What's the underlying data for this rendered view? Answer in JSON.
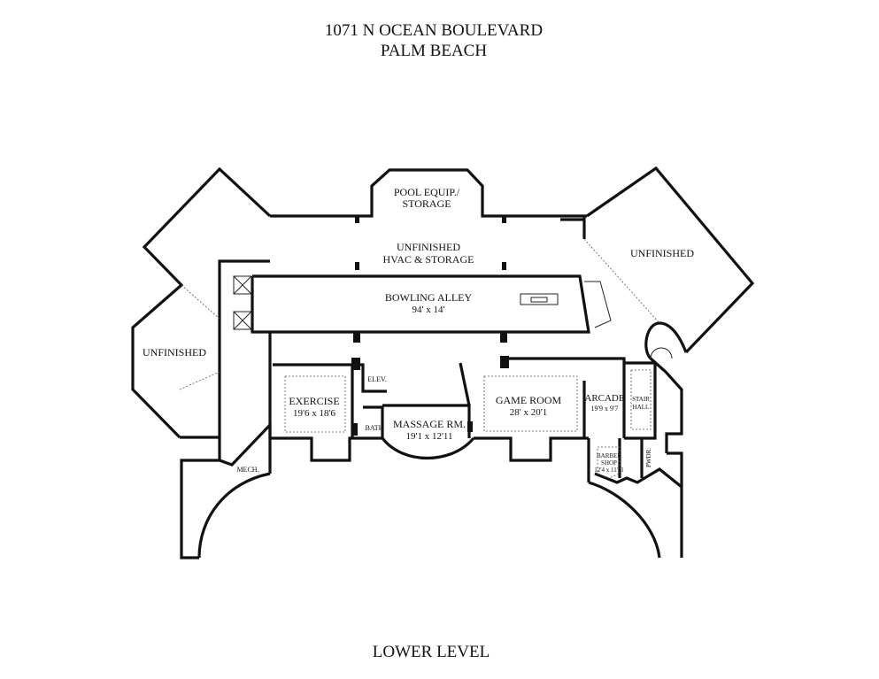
{
  "header": {
    "address": "1071 N OCEAN BOULEVARD",
    "city": "PALM BEACH"
  },
  "footer": {
    "level": "LOWER LEVEL"
  },
  "rooms": {
    "pool_equip": {
      "line1": "POOL EQUIP./",
      "line2": "STORAGE"
    },
    "hvac": {
      "line1": "UNFINISHED",
      "line2": "HVAC & STORAGE"
    },
    "unfinished_right": {
      "name": "UNFINISHED"
    },
    "unfinished_left": {
      "name": "UNFINISHED"
    },
    "bowling": {
      "name": "BOWLING ALLEY",
      "dims": "94' x 14'"
    },
    "exercise": {
      "name": "EXERCISE",
      "dims": "19'6 x 18'6"
    },
    "elev": {
      "name": "ELEV."
    },
    "bath": {
      "name": "BATH"
    },
    "massage": {
      "name": "MASSAGE RM.",
      "dims": "19'1 x 12'11"
    },
    "game": {
      "name": "GAME ROOM",
      "dims": "28' x 20'1"
    },
    "arcade": {
      "name": "ARCADE",
      "dims": "19'9 x 9'7"
    },
    "stair_hall": {
      "line1": "STAIR",
      "line2": "HALL"
    },
    "barber": {
      "line1": "BARBER",
      "line2": "SHOP",
      "dims": "12'4 x 11'11"
    },
    "pwdr": {
      "name": "PWDR."
    },
    "mech": {
      "name": "MECH."
    }
  }
}
